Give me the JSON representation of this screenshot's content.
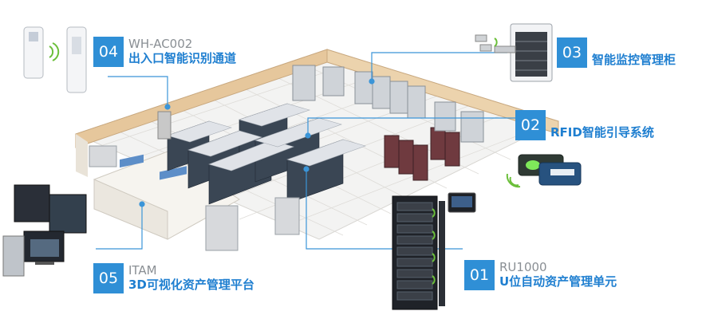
{
  "colors": {
    "accent": "#2f8fd6",
    "title": "#1f7fd0",
    "subtitle": "#8a8f94",
    "line": "#3b95d8"
  },
  "callouts": [
    {
      "number": "04",
      "line1": "WH-AC002",
      "line2": "出入口智能识别通道"
    },
    {
      "number": "03",
      "line1": "",
      "line2": "智能监控管理柜"
    },
    {
      "number": "02",
      "line1": "",
      "line2": "RFID智能引导系统"
    },
    {
      "number": "05",
      "line1": "ITAM",
      "line2": "3D可视化资产管理平台"
    },
    {
      "number": "01",
      "line1": "RU1000",
      "line2": "U位自动资产管理单元"
    }
  ],
  "icons": [
    "access-gate-icon",
    "smart-cabinet-icon",
    "rfid-tag-icon",
    "monitor-workstation-icon",
    "asset-rack-icon",
    "wifi-signal-icon"
  ]
}
